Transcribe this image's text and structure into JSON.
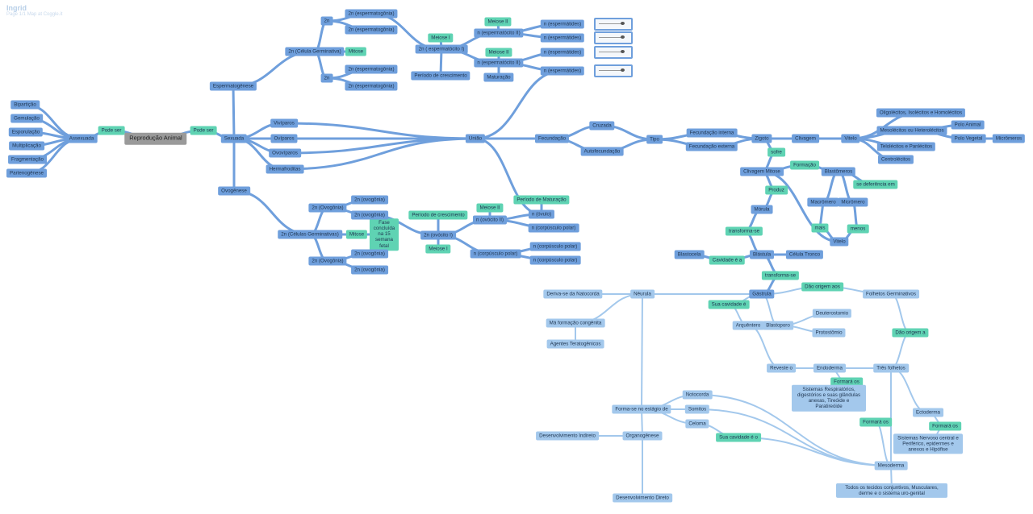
{
  "header": {
    "title": "Ingrid",
    "subtitle": "Page 1/1 Map at Coggle.it"
  },
  "nodes": [
    {
      "id": "bip",
      "label": "Bipartição",
      "style": "blue"
    },
    {
      "id": "gem",
      "label": "Gemulação",
      "style": "blue"
    },
    {
      "id": "esp",
      "label": "Esporulação",
      "style": "blue"
    },
    {
      "id": "mul",
      "label": "Multiplicação",
      "style": "blue"
    },
    {
      "id": "fra",
      "label": "Fragmentação",
      "style": "blue"
    },
    {
      "id": "par",
      "label": "Partenogênese",
      "style": "blue"
    },
    {
      "id": "assex",
      "label": "Assexuada",
      "style": "blue"
    },
    {
      "id": "ps1",
      "label": "Pode ser",
      "style": "green"
    },
    {
      "id": "repro",
      "label": "Reprodução Animal",
      "style": "gray"
    },
    {
      "id": "ps2",
      "label": "Pode ser",
      "style": "green"
    },
    {
      "id": "sexuada",
      "label": "Sexuada",
      "style": "blue"
    },
    {
      "id": "espermato",
      "label": "Espermatogênese",
      "style": "blue"
    },
    {
      "id": "ovogenese",
      "label": "Ovogênese",
      "style": "blue"
    },
    {
      "id": "viv",
      "label": "Vivíparos",
      "style": "blue"
    },
    {
      "id": "ovi",
      "label": "Ovíparos",
      "style": "blue"
    },
    {
      "id": "ovov",
      "label": "Ovovíparos",
      "style": "blue"
    },
    {
      "id": "herm",
      "label": "Hermafroditas",
      "style": "blue"
    },
    {
      "id": "cg",
      "label": "2n (Célula Germinativa)",
      "style": "blue"
    },
    {
      "id": "mit1",
      "label": "Mitose",
      "style": "green"
    },
    {
      "id": "s2n_top",
      "label": "2n",
      "style": "blue"
    },
    {
      "id": "s2n_bot",
      "label": "2n",
      "style": "blue"
    },
    {
      "id": "sg1",
      "label": "2n (espermatogônia)",
      "style": "blue"
    },
    {
      "id": "sg2",
      "label": "2n (espermatogônia)",
      "style": "blue"
    },
    {
      "id": "sg3",
      "label": "2n (espermatogônia)",
      "style": "blue"
    },
    {
      "id": "sg4",
      "label": "2n (espermatogônia)",
      "style": "blue"
    },
    {
      "id": "mei1",
      "label": "Meiose I",
      "style": "green"
    },
    {
      "id": "ec1",
      "label": "2n ( espermatócito I)",
      "style": "blue"
    },
    {
      "id": "pc1",
      "label": "Período de crescimento",
      "style": "blue"
    },
    {
      "id": "mei2a",
      "label": "Meiose II",
      "style": "green"
    },
    {
      "id": "ec2a",
      "label": "n (espermatócito II)",
      "style": "blue"
    },
    {
      "id": "mei2b",
      "label": "Meiose II",
      "style": "green"
    },
    {
      "id": "ec2b",
      "label": "n (espermatócito II)",
      "style": "blue"
    },
    {
      "id": "matur1",
      "label": "Maturação",
      "style": "blue"
    },
    {
      "id": "esd1",
      "label": "n (espermátides)",
      "style": "blue"
    },
    {
      "id": "esd2",
      "label": "n (espermátides)",
      "style": "blue"
    },
    {
      "id": "esd3",
      "label": "n (espermátides)",
      "style": "blue"
    },
    {
      "id": "esd4",
      "label": "n (espermátides)",
      "style": "blue"
    },
    {
      "id": "uniao",
      "label": "União",
      "style": "blue"
    },
    {
      "id": "fec",
      "label": "Fecundação",
      "style": "blue"
    },
    {
      "id": "cruz",
      "label": "Cruzada",
      "style": "blue"
    },
    {
      "id": "autof",
      "label": "Autofecundação",
      "style": "blue"
    },
    {
      "id": "tipo",
      "label": "Tipo",
      "style": "blue"
    },
    {
      "id": "fi",
      "label": "Fecundação interna",
      "style": "blue"
    },
    {
      "id": "fe",
      "label": "Fecundação externa",
      "style": "blue"
    },
    {
      "id": "zigoto",
      "label": "Zigoto",
      "style": "blue"
    },
    {
      "id": "clivagem",
      "label": "Clivagem",
      "style": "blue"
    },
    {
      "id": "vitelo1",
      "label": "Vitelo",
      "style": "blue"
    },
    {
      "id": "oligo",
      "label": "Oligolécitos, Isolécitos e Homolécitos",
      "style": "blue"
    },
    {
      "id": "meso",
      "label": "Mesolécitos ou Heterolécitos",
      "style": "blue"
    },
    {
      "id": "telo",
      "label": "Telolécitos e Panlécitos",
      "style": "blue"
    },
    {
      "id": "centro",
      "label": "Centrolécitos",
      "style": "blue"
    },
    {
      "id": "polo_a",
      "label": "Polo Animal",
      "style": "blue"
    },
    {
      "id": "polo_v",
      "label": "Polo Vegetal",
      "style": "blue"
    },
    {
      "id": "micro_r",
      "label": "Micrômeros",
      "style": "blue"
    },
    {
      "id": "sofre",
      "label": "sofre",
      "style": "green"
    },
    {
      "id": "cmit",
      "label": "Clivagem Mitose",
      "style": "blue"
    },
    {
      "id": "formacao",
      "label": "Formação",
      "style": "green"
    },
    {
      "id": "blastomeros",
      "label": "Blastômeros",
      "style": "blue"
    },
    {
      "id": "sediferencia",
      "label": "se deferência em",
      "style": "green"
    },
    {
      "id": "macro",
      "label": "Macrômero",
      "style": "blue"
    },
    {
      "id": "micro",
      "label": "Micrômero",
      "style": "blue"
    },
    {
      "id": "mais",
      "label": "mais",
      "style": "green"
    },
    {
      "id": "menos",
      "label": "menos",
      "style": "green"
    },
    {
      "id": "vitelo2",
      "label": "Vitelo",
      "style": "blue"
    },
    {
      "id": "produz",
      "label": "Produz",
      "style": "green"
    },
    {
      "id": "morula",
      "label": "Mórula",
      "style": "blue"
    },
    {
      "id": "transf1",
      "label": "transforma-se",
      "style": "green"
    },
    {
      "id": "blastula",
      "label": "Blástula",
      "style": "blue"
    },
    {
      "id": "blastocela",
      "label": "Blastocela",
      "style": "blue"
    },
    {
      "id": "cavidade",
      "label": "Cavidade é a",
      "style": "green"
    },
    {
      "id": "celtronco",
      "label": "Célula Tronco",
      "style": "blue"
    },
    {
      "id": "transf2",
      "label": "transforma-se",
      "style": "green"
    },
    {
      "id": "gastrula",
      "label": "Gástrula",
      "style": "blue"
    },
    {
      "id": "daoorigem",
      "label": "Dão origem aos",
      "style": "green"
    },
    {
      "id": "folhetos",
      "label": "Folhetos Germinativos",
      "style": "light"
    },
    {
      "id": "suacav1",
      "label": "Sua cavidade é",
      "style": "green"
    },
    {
      "id": "arquent",
      "label": "Arquêntero",
      "style": "light"
    },
    {
      "id": "blastoporo",
      "label": "Blastoporo",
      "style": "light"
    },
    {
      "id": "deutero",
      "label": "Deuterostomio",
      "style": "light"
    },
    {
      "id": "protos",
      "label": "Protostômio",
      "style": "light"
    },
    {
      "id": "daoorigema",
      "label": "Dão origem a",
      "style": "green"
    },
    {
      "id": "neurula",
      "label": "Nêurula",
      "style": "light"
    },
    {
      "id": "derivase",
      "label": "Deriva-se da Natocorda",
      "style": "light"
    },
    {
      "id": "mafor",
      "label": "Má formação congênita",
      "style": "light"
    },
    {
      "id": "agentes",
      "label": "Agentes Teratogênicos",
      "style": "light"
    },
    {
      "id": "revesteo",
      "label": "Reveste o",
      "style": "light"
    },
    {
      "id": "endoderma",
      "label": "Endoderma",
      "style": "light"
    },
    {
      "id": "tresfolhetos",
      "label": "Três folhetos",
      "style": "light"
    },
    {
      "id": "formaraos1",
      "label": "Formará os",
      "style": "green"
    },
    {
      "id": "sistresp",
      "label": "Sistemas Respiratórios, digestórios e suas glândulas anexas, Tireóide e Paratireóide",
      "style": "light"
    },
    {
      "id": "ectoderma",
      "label": "Ectoderma",
      "style": "light"
    },
    {
      "id": "formaraos2",
      "label": "Formará os",
      "style": "green"
    },
    {
      "id": "sistnerv",
      "label": "Sistemas Nervoso central e Periférico, epidermes e anexos e Hipófise",
      "style": "light"
    },
    {
      "id": "formaraos3",
      "label": "Formará os",
      "style": "green"
    },
    {
      "id": "mesoderma",
      "label": "Mesoderma",
      "style": "light"
    },
    {
      "id": "tecidos",
      "label": "Todos os tecidos conjuntivos, Musculares, derme e o sistema uro-genital",
      "style": "light"
    },
    {
      "id": "formase",
      "label": "Forma-se no estágio de",
      "style": "light"
    },
    {
      "id": "notocorda",
      "label": "Notocorda",
      "style": "light"
    },
    {
      "id": "somitos",
      "label": "Somitos",
      "style": "light"
    },
    {
      "id": "celoma",
      "label": "Celoma",
      "style": "light"
    },
    {
      "id": "suacav2",
      "label": "Sua cavidade é o",
      "style": "green"
    },
    {
      "id": "organo",
      "label": "Organogênese",
      "style": "light"
    },
    {
      "id": "desind",
      "label": "Desenvolvimento Indireto",
      "style": "light"
    },
    {
      "id": "desdir",
      "label": "Desenvolvimento Direto",
      "style": "light"
    },
    {
      "id": "ovc",
      "label": "2n (Células Germinativas)",
      "style": "blue"
    },
    {
      "id": "mit2",
      "label": "Mitose",
      "style": "green"
    },
    {
      "id": "fase",
      "label": "Fase concluída na 15 semana fetal",
      "style": "green"
    },
    {
      "id": "og_t",
      "label": "2n (Ovogônia)",
      "style": "blue"
    },
    {
      "id": "og_b",
      "label": "2n (Ovogônia)",
      "style": "blue"
    },
    {
      "id": "og1",
      "label": "2n (ovogônia)",
      "style": "blue"
    },
    {
      "id": "og2",
      "label": "2n (ovogônia)",
      "style": "blue"
    },
    {
      "id": "og3",
      "label": "2n (ovogônia)",
      "style": "blue"
    },
    {
      "id": "og4",
      "label": "2n (ovogônia)",
      "style": "blue"
    },
    {
      "id": "pc2",
      "label": "Período de crescimento",
      "style": "green"
    },
    {
      "id": "ovoc1",
      "label": "2n (ovócito I)",
      "style": "blue"
    },
    {
      "id": "mei1b",
      "label": "Meiose I",
      "style": "green"
    },
    {
      "id": "mei2c",
      "label": "Meiose II",
      "style": "green"
    },
    {
      "id": "ovoc2",
      "label": "n (ovócito II)",
      "style": "blue"
    },
    {
      "id": "pmatur",
      "label": "Período de Maturação",
      "style": "green"
    },
    {
      "id": "ovulo",
      "label": "n (óvulo)",
      "style": "blue"
    },
    {
      "id": "cp1",
      "label": "n (corpúsculo polar)",
      "style": "blue"
    },
    {
      "id": "cp2",
      "label": "n (corpúsculo polar)",
      "style": "blue"
    },
    {
      "id": "cp3",
      "label": "n (corpúsculo polar)",
      "style": "blue"
    },
    {
      "id": "cp4",
      "label": "n (corpúsculo polar)",
      "style": "blue"
    }
  ],
  "edges": [
    [
      "assex",
      "bip"
    ],
    [
      "assex",
      "gem"
    ],
    [
      "assex",
      "esp"
    ],
    [
      "assex",
      "mul"
    ],
    [
      "assex",
      "fra"
    ],
    [
      "assex",
      "par"
    ],
    [
      "ps1",
      "assex"
    ],
    [
      "repro",
      "ps1"
    ],
    [
      "repro",
      "ps2"
    ],
    [
      "ps2",
      "sexuada"
    ],
    [
      "sexuada",
      "espermato"
    ],
    [
      "sexuada",
      "ovogenese"
    ],
    [
      "sexuada",
      "viv"
    ],
    [
      "sexuada",
      "ovi"
    ],
    [
      "sexuada",
      "ovov"
    ],
    [
      "sexuada",
      "herm"
    ],
    [
      "espermato",
      "cg"
    ],
    [
      "cg",
      "mit1"
    ],
    [
      "cg",
      "s2n_top"
    ],
    [
      "cg",
      "s2n_bot"
    ],
    [
      "s2n_top",
      "sg1"
    ],
    [
      "s2n_top",
      "sg2"
    ],
    [
      "s2n_bot",
      "sg3"
    ],
    [
      "s2n_bot",
      "sg4"
    ],
    [
      "sg1",
      "ec1"
    ],
    [
      "mei1",
      "ec1"
    ],
    [
      "ec1",
      "pc1"
    ],
    [
      "ec1",
      "ec2a"
    ],
    [
      "ec1",
      "ec2b"
    ],
    [
      "mei2a",
      "ec2a"
    ],
    [
      "mei2b",
      "ec2b"
    ],
    [
      "ec2b",
      "matur1"
    ],
    [
      "ec2a",
      "esd1"
    ],
    [
      "ec2a",
      "esd2"
    ],
    [
      "ec2b",
      "esd3"
    ],
    [
      "ec2b",
      "esd4"
    ],
    [
      "viv",
      "uniao"
    ],
    [
      "ovi",
      "uniao"
    ],
    [
      "ovov",
      "uniao"
    ],
    [
      "herm",
      "uniao"
    ],
    [
      "uniao",
      "esd4"
    ],
    [
      "uniao",
      "ovulo"
    ],
    [
      "uniao",
      "fec"
    ],
    [
      "fec",
      "cruz"
    ],
    [
      "fec",
      "autof"
    ],
    [
      "cruz",
      "tipo"
    ],
    [
      "autof",
      "tipo"
    ],
    [
      "tipo",
      "fi"
    ],
    [
      "tipo",
      "fe"
    ],
    [
      "fi",
      "zigoto"
    ],
    [
      "fe",
      "zigoto"
    ],
    [
      "zigoto",
      "clivagem"
    ],
    [
      "clivagem",
      "vitelo1"
    ],
    [
      "vitelo1",
      "oligo"
    ],
    [
      "vitelo1",
      "meso"
    ],
    [
      "vitelo1",
      "telo"
    ],
    [
      "vitelo1",
      "centro"
    ],
    [
      "meso",
      "polo_a"
    ],
    [
      "meso",
      "polo_v"
    ],
    [
      "polo_v",
      "micro_r"
    ],
    [
      "zigoto",
      "sofre"
    ],
    [
      "sofre",
      "cmit"
    ],
    [
      "cmit",
      "formacao"
    ],
    [
      "formacao",
      "blastomeros"
    ],
    [
      "blastomeros",
      "sediferencia"
    ],
    [
      "blastomeros",
      "macro"
    ],
    [
      "blastomeros",
      "micro"
    ],
    [
      "macro",
      "mais"
    ],
    [
      "micro",
      "menos"
    ],
    [
      "mais",
      "vitelo2"
    ],
    [
      "menos",
      "vitelo2"
    ],
    [
      "cmit",
      "vitelo2"
    ],
    [
      "cmit",
      "produz"
    ],
    [
      "produz",
      "morula"
    ],
    [
      "morula",
      "transf1"
    ],
    [
      "transf1",
      "blastula"
    ],
    [
      "blastula",
      "cavidade"
    ],
    [
      "cavidade",
      "blastocela"
    ],
    [
      "blastula",
      "celtronco"
    ],
    [
      "blastula",
      "transf2"
    ],
    [
      "transf2",
      "gastrula"
    ],
    [
      "gastrula",
      "daoorigem"
    ],
    [
      "daoorigem",
      "folhetos"
    ],
    [
      "gastrula",
      "suacav1"
    ],
    [
      "suacav1",
      "arquent"
    ],
    [
      "gastrula",
      "blastoporo"
    ],
    [
      "blastoporo",
      "deutero"
    ],
    [
      "blastoporo",
      "protos"
    ],
    [
      "folhetos",
      "daoorigema"
    ],
    [
      "daoorigema",
      "tresfolhetos"
    ],
    [
      "gastrula",
      "neurula"
    ],
    [
      "neurula",
      "derivase"
    ],
    [
      "neurula",
      "mafor"
    ],
    [
      "mafor",
      "agentes"
    ],
    [
      "arquent",
      "revesteo"
    ],
    [
      "revesteo",
      "endoderma"
    ],
    [
      "endoderma",
      "tresfolhetos"
    ],
    [
      "endoderma",
      "formaraos1"
    ],
    [
      "formaraos1",
      "sistresp"
    ],
    [
      "tresfolhetos",
      "ectoderma"
    ],
    [
      "ectoderma",
      "formaraos2"
    ],
    [
      "formaraos2",
      "sistnerv"
    ],
    [
      "tresfolhetos",
      "mesoderma"
    ],
    [
      "formaraos3",
      "mesoderma"
    ],
    [
      "mesoderma",
      "tecidos"
    ],
    [
      "neurula",
      "formase"
    ],
    [
      "formase",
      "notocorda"
    ],
    [
      "formase",
      "somitos"
    ],
    [
      "formase",
      "celoma"
    ],
    [
      "notocorda",
      "mesoderma"
    ],
    [
      "somitos",
      "mesoderma"
    ],
    [
      "celoma",
      "suacav2"
    ],
    [
      "suacav2",
      "mesoderma"
    ],
    [
      "formase",
      "organo"
    ],
    [
      "organo",
      "desind"
    ],
    [
      "organo",
      "desdir"
    ],
    [
      "ovogenese",
      "ovc"
    ],
    [
      "ovc",
      "mit2"
    ],
    [
      "mit2",
      "fase"
    ],
    [
      "ovc",
      "og_t"
    ],
    [
      "ovc",
      "og_b"
    ],
    [
      "og_t",
      "og1"
    ],
    [
      "og_t",
      "og2"
    ],
    [
      "og_b",
      "og3"
    ],
    [
      "og_b",
      "og4"
    ],
    [
      "og2",
      "ovoc1"
    ],
    [
      "pc2",
      "ovoc1"
    ],
    [
      "ovoc1",
      "mei1b"
    ],
    [
      "ovoc1",
      "ovoc2"
    ],
    [
      "ovoc1",
      "cp1"
    ],
    [
      "mei2c",
      "ovoc2"
    ],
    [
      "ovoc2",
      "ovulo"
    ],
    [
      "ovoc2",
      "cp2"
    ],
    [
      "pmatur",
      "ovulo"
    ],
    [
      "cp1",
      "cp3"
    ],
    [
      "cp1",
      "cp4"
    ]
  ],
  "colors": {
    "edge_dark": "#6f9fdc",
    "edge_light": "#a3c8ec",
    "node_blue": "#6f9fdc",
    "node_light": "#a3c8ec",
    "node_green": "#5fd3b3",
    "center": "#9a9a9a"
  }
}
